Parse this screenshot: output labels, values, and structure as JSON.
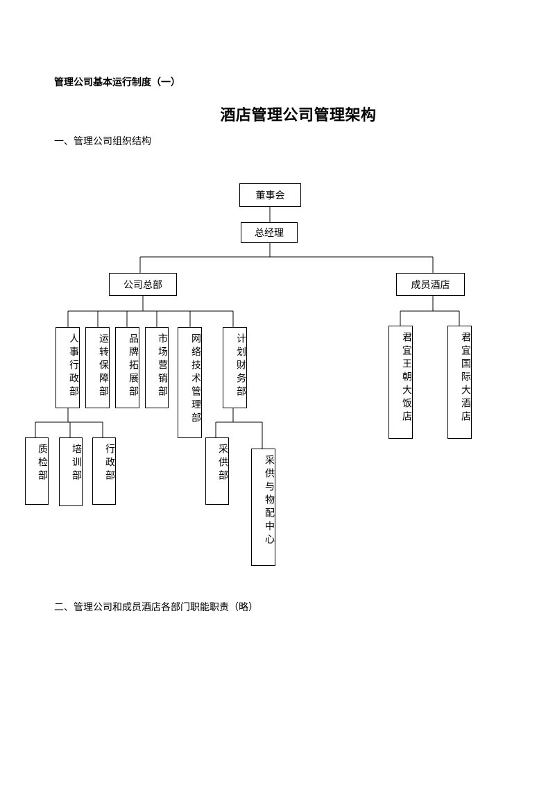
{
  "document": {
    "heading": "管理公司基本运行制度（一）",
    "title": "酒店管理公司管理架构",
    "section1": "一、管理公司组织结构",
    "section2": "二、管理公司和成员酒店各部门职能职责（略）"
  },
  "org_chart": {
    "board": "董事会",
    "general_manager": "总经理",
    "headquarters": "公司总部",
    "member_hotels": "成员酒店",
    "hq_departments": [
      "人事行政部",
      "运转保障部",
      "品牌拓展部",
      "市场营销部",
      "网络技术管理部",
      "计划财务部"
    ],
    "hr_admin_sub": [
      "质检部",
      "培训部",
      "行政部"
    ],
    "finance_sub": [
      "采供部",
      "采供与物配中心"
    ],
    "hotels": [
      "君宜王朝大饭店",
      "君宜国际大酒店"
    ]
  }
}
